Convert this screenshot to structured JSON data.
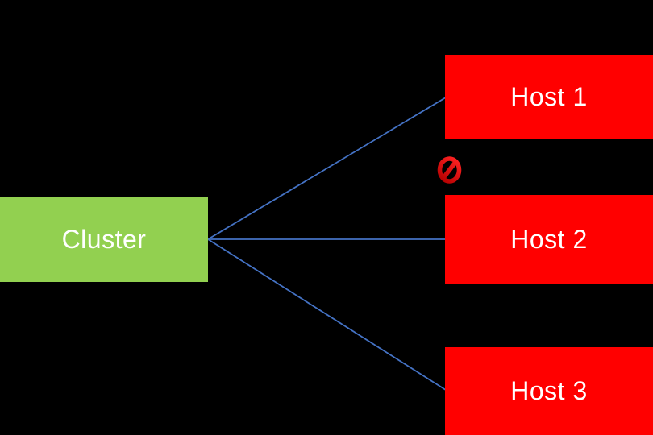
{
  "diagram": {
    "background_color": "#000000",
    "text_color": "#FFFFFF",
    "cluster_node": {
      "label": "Cluster",
      "fill": "#92D050"
    },
    "host_nodes": [
      {
        "label": "Host 1",
        "fill": "#FF0000"
      },
      {
        "label": "Host 2",
        "fill": "#FF0000"
      },
      {
        "label": "Host 3",
        "fill": "#FF0000"
      }
    ],
    "connector_color": "#4472C4",
    "blocked_icon": {
      "name": "no-entry-icon",
      "glyph": "🚫",
      "color_bright": "#FF2222",
      "color_dark": "#B30000"
    }
  }
}
